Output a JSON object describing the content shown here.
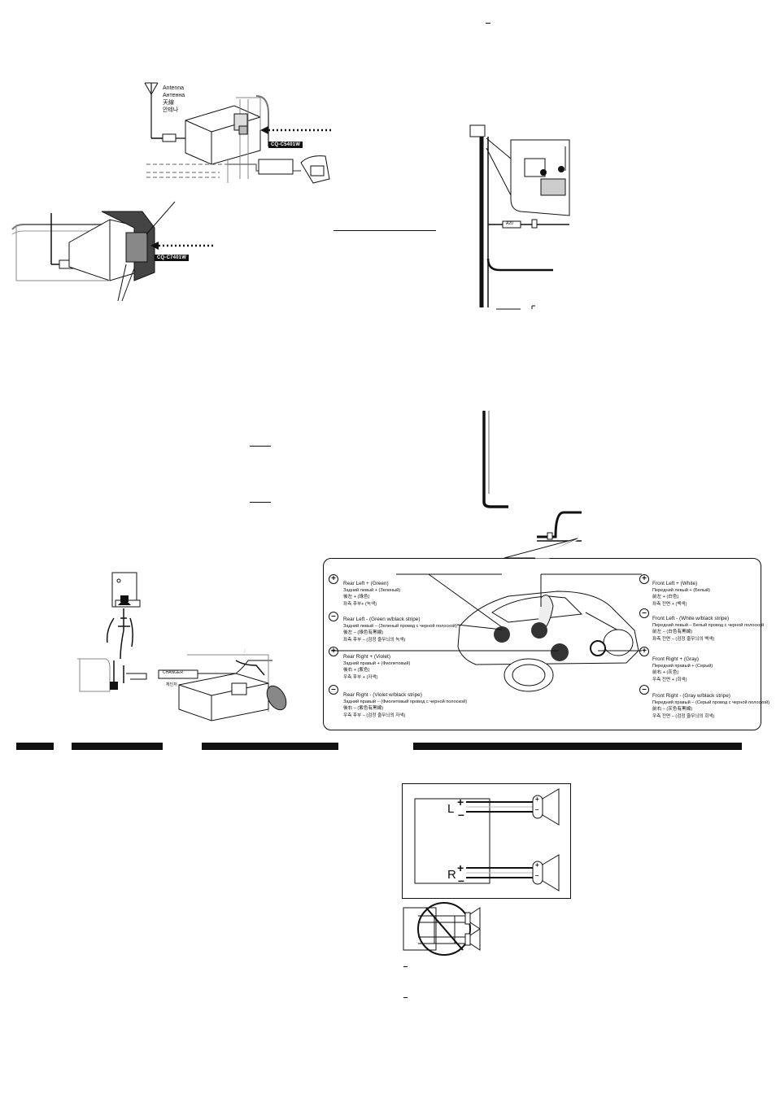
{
  "antenna_labels": [
    "Antenna",
    "Антенна",
    "天線",
    "안테나"
  ],
  "model_tags": {
    "upper_unit": "CQ-C5401W",
    "lower_unit": "CQ-C7401W"
  },
  "wiring": {
    "fuse_label": "A20"
  },
  "changer": {
    "cable_label": "CHANGER",
    "korean_label": "체인저",
    "note_mark": ":"
  },
  "speaker_panel": {
    "rear_left_plus": {
      "title": "Rear Left + (Green)",
      "ru": "Задний левый + (Зеленый)",
      "zh": "後左 + (綠色)",
      "ko": "좌측 후부+ (녹색)"
    },
    "rear_left_minus": {
      "title": "Rear Left - (Green w/black stripe)",
      "ru": "Задний левый – (Зеленый провод с черной полоской)",
      "zh": "後左 – (綠色有黑線)",
      "ko": "좌측 후부 – (검정 줄무늬의 녹색)"
    },
    "rear_right_plus": {
      "title": "Rear Right + (Violet)",
      "ru": "Задний правый + (Фиолетовый)",
      "zh": "後右 + (紫色)",
      "ko": "우측 후부 + (자색)"
    },
    "rear_right_minus": {
      "title": "Rear Right - (Violet w/black stripe)",
      "ru": "Задний правый – (Фиолетовый провод с черной полоской)",
      "zh": "後右 – (紫色有黑線)",
      "ko": "우측 후부 – (검정 줄무늬의 자색)"
    },
    "front_left_plus": {
      "title": "Front Left + (White)",
      "ru": "Передний левый + (Белый)",
      "zh": "前左 + (白色)",
      "ko": "좌측 전면 + (백색)"
    },
    "front_left_minus": {
      "title": "Front Left - (White w/black stripe)",
      "ru": "Передний левый – Белый провод с черной полоской",
      "zh": "前左 – (白色有黑線)",
      "ko": "좌측 전면 – (검정 줄무늬의 백색)"
    },
    "front_right_plus": {
      "title": "Front Right + (Gray)",
      "ru": "Передний правый + (Серый)",
      "zh": "前右 + (灰色)",
      "ko": "우측 전면 + (회색)"
    },
    "front_right_minus": {
      "title": "Front Right - (Gray w/black stripe)",
      "ru": "Передний правый – (Серый провод с черной полоской)",
      "zh": "前右 – (灰色有黑線)",
      "ko": "우측 전면 – (검정 줄무늬의 회색)"
    }
  },
  "speaker_diagram": {
    "left_channel": "L",
    "right_channel": "R",
    "plus": "+",
    "minus": "–"
  },
  "icons": [
    "antenna-icon",
    "plus-circle-icon",
    "minus-circle-icon",
    "speaker-icon",
    "car-icon"
  ]
}
